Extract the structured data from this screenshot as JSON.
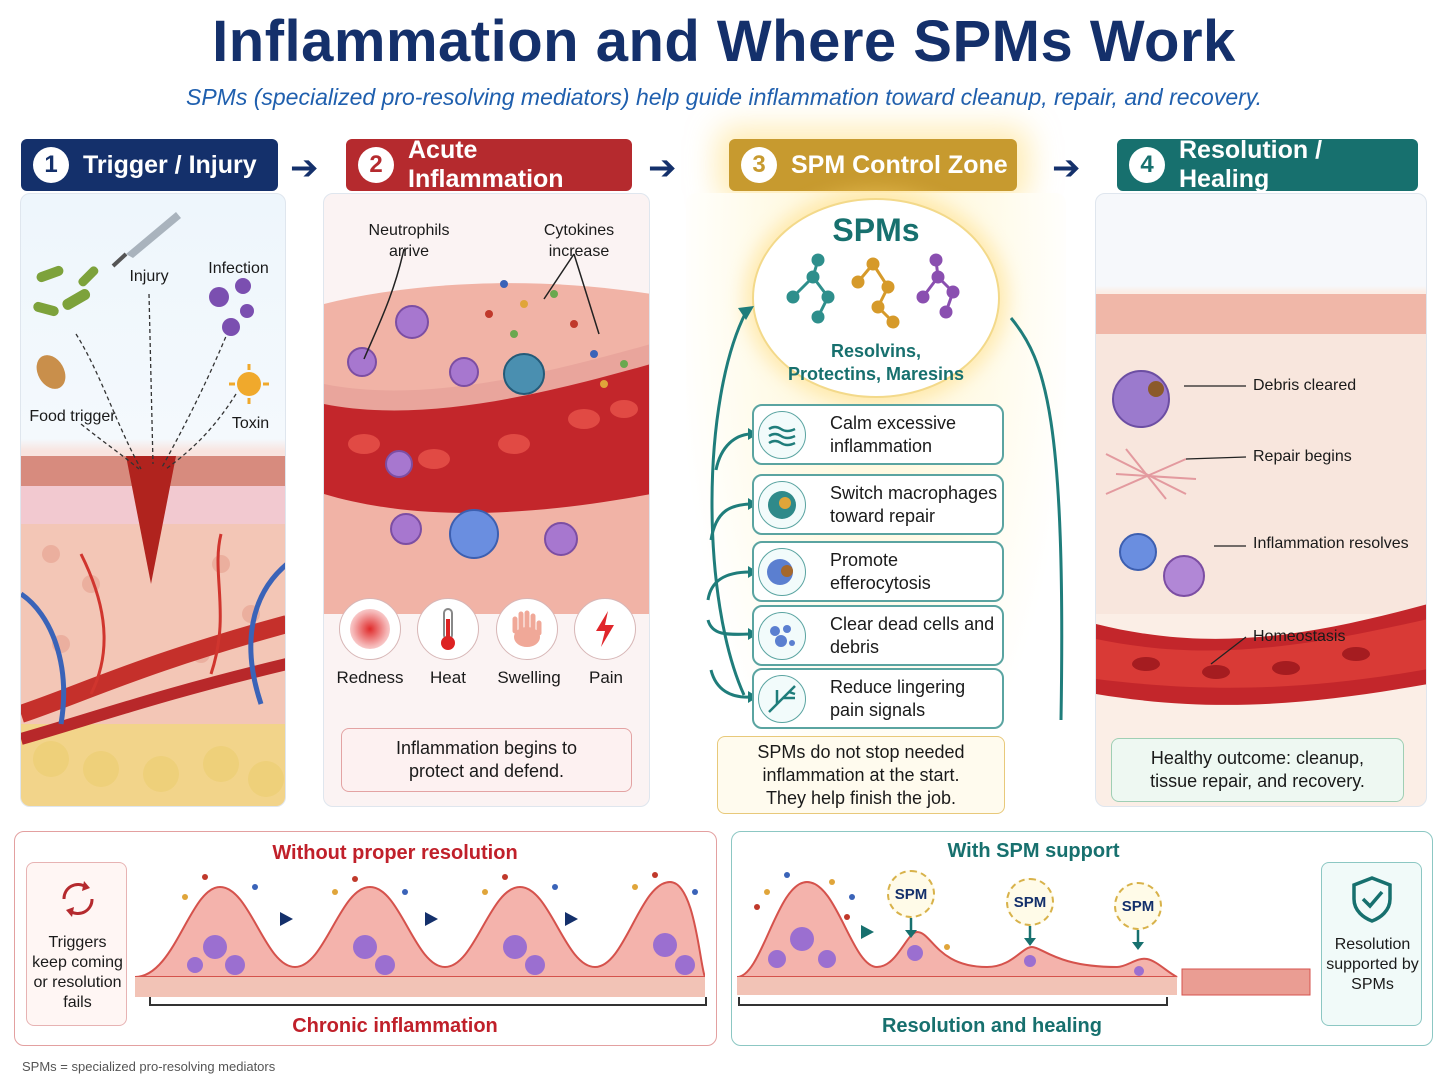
{
  "header": {
    "title": "Inflammation and Where SPMs Work",
    "subtitle": "SPMs (specialized pro-resolving mediators) help guide inflammation toward cleanup, repair, and recovery."
  },
  "stages": [
    {
      "num": "1",
      "label": "Trigger / Injury",
      "color": "#14306b"
    },
    {
      "num": "2",
      "label": "Acute Inflammation",
      "color": "#b52a2e"
    },
    {
      "num": "3",
      "label": "SPM Control Zone",
      "color": "#c79a2f"
    },
    {
      "num": "4",
      "label": "Resolution / Healing",
      "color": "#17706e"
    }
  ],
  "panel1": {
    "labels": {
      "injury": "Injury",
      "infection": "Infection",
      "food": "Food trigger",
      "toxin": "Toxin"
    }
  },
  "panel2": {
    "neutrophils": "Neutrophils arrive",
    "cytokines": "Cytokines increase",
    "symptoms": [
      "Redness",
      "Heat",
      "Swelling",
      "Pain"
    ],
    "callout": "Inflammation begins to protect and defend."
  },
  "panel3": {
    "spm_title": "SPMs",
    "spm_types": "Resolvins, Protectins, Maresins",
    "actions": [
      {
        "icon": "waves-icon",
        "text": "Calm excessive inflammation"
      },
      {
        "icon": "macrophage-icon",
        "text": "Switch macrophages toward repair"
      },
      {
        "icon": "efferocytosis-icon",
        "text": "Promote efferocytosis"
      },
      {
        "icon": "dead-cells-icon",
        "text": "Clear dead cells and debris"
      },
      {
        "icon": "nerve-icon",
        "text": "Reduce lingering pain signals"
      }
    ],
    "callout": "SPMs do not stop needed inflammation at the start. They help finish the job."
  },
  "panel4": {
    "labels": [
      "Debris cleared",
      "Repair begins",
      "Inflammation resolves",
      "Homeostasis"
    ],
    "callout": "Healthy outcome: cleanup, tissue repair, and recovery."
  },
  "bottom_left": {
    "title": "Without proper resolution",
    "cycle_text": "Triggers keep coming or resolution fails",
    "footer": "Chronic inflammation"
  },
  "bottom_right": {
    "title": "With SPM support",
    "spm_badge": "SPM",
    "side_text": "Resolution supported by SPMs",
    "footer": "Resolution and healing"
  },
  "footnote": "SPMs = specialized pro-resolving mediators",
  "colors": {
    "navy": "#14306b",
    "red": "#b52a2e",
    "gold": "#c79a2f",
    "teal": "#17706e"
  }
}
